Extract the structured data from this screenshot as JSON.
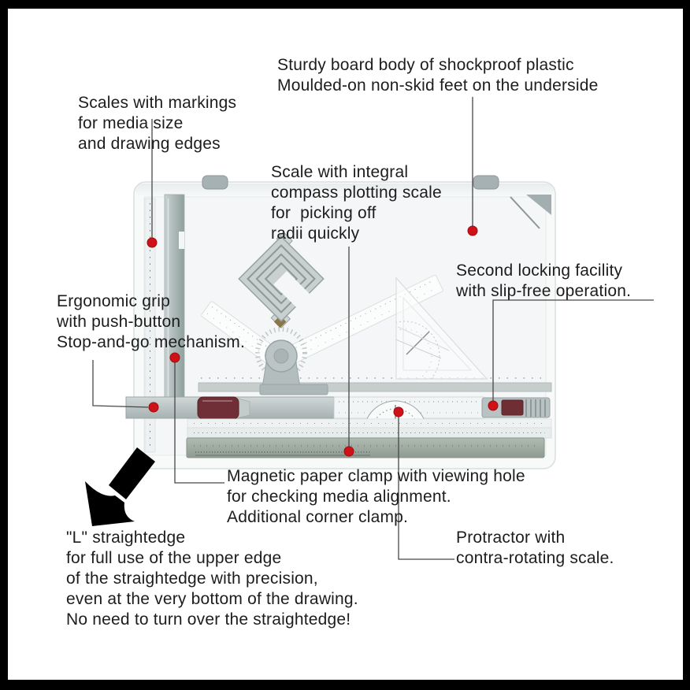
{
  "image": {
    "type": "annotated-product-diagram",
    "subject": "drawing board drafting machine",
    "background": "#ffffff",
    "frame_color": "#000000"
  },
  "colors": {
    "text": "#1d1d1d",
    "leader_line": "#474747",
    "marker_dot_red": "#ce1217",
    "board_white": "#f6f8f8",
    "hardware_grey": "#a6b1b3",
    "grip_maroon": "#702f36",
    "bottom_bar_olive": "#9aa79d"
  },
  "markers": {
    "dot": "red-callout-dot",
    "arrow": "solid-black-arrow-down-left"
  },
  "callouts": {
    "sturdy_board": {
      "text": "Sturdy board body of shockproof plastic\nMoulded-on non-skid feet on the underside"
    },
    "scales_markings": {
      "text": "Scales with markings\nfor media size\nand drawing edges"
    },
    "compass_scale": {
      "text": "Scale with integral\ncompass plotting scale\nfor  picking off\nradii quickly"
    },
    "second_locking": {
      "text": "Second locking facility\nwith slip-free operation."
    },
    "ergonomic_grip": {
      "text": "Ergonomic grip\nwith push-button\nStop-and-go mechanism."
    },
    "magnetic_clamp": {
      "text": "Magnetic paper clamp with viewing hole\nfor checking media alignment.\nAdditional corner clamp."
    },
    "l_straightedge": {
      "text": "\"L\" straightedge\nfor full use of the upper edge\nof the straightedge with precision,\neven at the very bottom of the drawing.\nNo need to turn over the straightedge!"
    },
    "protractor": {
      "text": "Protractor with\ncontra-rotating scale."
    }
  }
}
